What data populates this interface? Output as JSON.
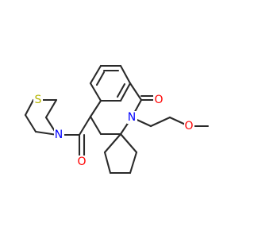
{
  "molecule": {
    "atoms": {
      "oxygen_ketone": "O",
      "oxygen_amide": "O",
      "oxygen_ether": "O",
      "nitrogen_ring": "N",
      "nitrogen_thiomorpholine": "N",
      "sulfur": "S"
    },
    "colors": {
      "bond": "#2a2a2a",
      "oxygen": "#ff0000",
      "nitrogen": "#0000ff",
      "sulfur": "#b5b500"
    }
  }
}
